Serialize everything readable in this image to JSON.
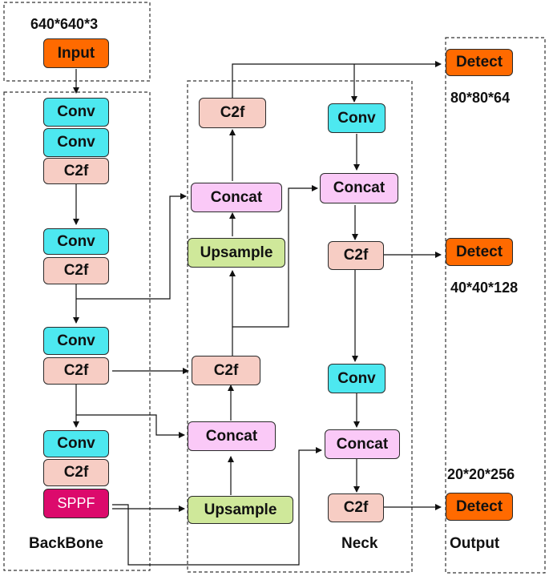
{
  "labels": {
    "input_size": "640*640*3",
    "backbone": "BackBone",
    "neck": "Neck",
    "output": "Output",
    "p3_size": "80*80*64",
    "p4_size": "40*40*128",
    "p5_size": "20*20*256"
  },
  "nodes": {
    "input": "Input",
    "bb_conv1": "Conv",
    "bb_conv2": "Conv",
    "bb_c2f1": "C2f",
    "bb_conv3": "Conv",
    "bb_c2f2": "C2f",
    "bb_conv4": "Conv",
    "bb_c2f3": "C2f",
    "bb_conv5": "Conv",
    "bb_c2f4": "C2f",
    "bb_sppf": "SPPF",
    "n_c2f_top": "C2f",
    "n_concat1": "Concat",
    "n_upsample1": "Upsample",
    "n_c2f_mid": "C2f",
    "n_concat2": "Concat",
    "n_upsample2": "Upsample",
    "r_conv1": "Conv",
    "r_concat1": "Concat",
    "r_c2f1": "C2f",
    "r_conv2": "Conv",
    "r_concat2": "Concat",
    "r_c2f2": "C2f",
    "detect1": "Detect",
    "detect2": "Detect",
    "detect3": "Detect"
  },
  "colors": {
    "conv": "#4de8f0",
    "c2f": "#f7cdc4",
    "concat": "#fac9f7",
    "upsample": "#cfe89a",
    "input_detect": "#ff6a00",
    "sppf": "#dc0a6c"
  }
}
